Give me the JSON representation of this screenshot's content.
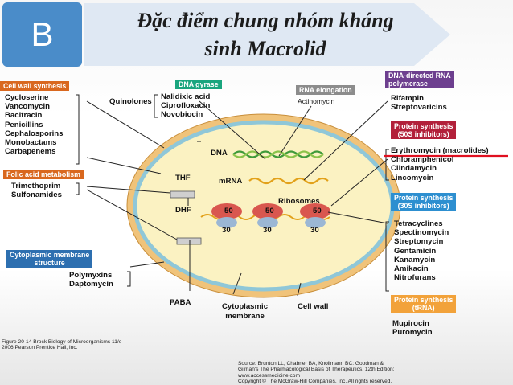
{
  "slide": {
    "badge": "B",
    "title_line1": "Đặc điểm chung nhóm kháng",
    "title_line2": "sinh Macrolid"
  },
  "groups": {
    "cell_wall": {
      "header": "Cell wall synthesis",
      "color": "#d9681f",
      "items": [
        "Cycloserine",
        "Vancomycin",
        "Bacitracin",
        "Penicillins",
        "Cephalosporins",
        "Monobactams",
        "Carbapenems"
      ]
    },
    "dna_gyrase": {
      "header": "DNA gyrase",
      "color": "#1aa57e",
      "prefix": "Quinolones",
      "items": [
        "Nalidixic acid",
        "Ciprofloxacin",
        "Novobiocin"
      ]
    },
    "rna_elongation": {
      "header": "RNA elongation",
      "color": "#8c8c8c",
      "items": [
        "Actinomycin"
      ]
    },
    "rna_polymerase": {
      "header_line1": "DNA-directed RNA",
      "header_line2": "polymerase",
      "color": "#6d3f8f",
      "items": [
        "Rifampin",
        "Streptovaricins"
      ]
    },
    "protein_50s": {
      "header_line1": "Protein synthesis",
      "header_line2": "(50S inhibitors)",
      "color": "#b2203a",
      "items": [
        "Erythromycin (macrolides)",
        "Chloramphenicol",
        "Clindamycin",
        "Lincomycin"
      ]
    },
    "folic_acid": {
      "header": "Folic acid metabolism",
      "color": "#d9681f",
      "items": [
        "Trimethoprim",
        "Sulfonamides"
      ]
    },
    "protein_30s": {
      "header_line1": "Protein synthesis",
      "header_line2": "(30S inhibitors)",
      "color": "#2d8fd0",
      "items": [
        "Tetracyclines",
        "Spectinomycin",
        "Streptomycin",
        "Gentamicin",
        "Kanamycin",
        "Amikacin",
        "Nitrofurans"
      ]
    },
    "membrane": {
      "header_line1": "Cytoplasmic membrane",
      "header_line2": "structure",
      "color": "#2d6fb0",
      "items": [
        "Polymyxins",
        "Daptomycin"
      ]
    },
    "trna": {
      "header_line1": "Protein synthesis",
      "header_line2": "(tRNA)",
      "color": "#f2a23a",
      "items": [
        "Mupirocin",
        "Puromycin"
      ]
    }
  },
  "cell_labels": {
    "dna": "DNA",
    "mrna": "mRNA",
    "ribosomes": "Ribosomes",
    "thf": "THF",
    "dhf": "DHF",
    "paba": "PABA",
    "r50": "50",
    "r30": "30",
    "cytoplasmic_membrane_1": "Cytoplasmic",
    "cytoplasmic_membrane_2": "membrane",
    "cell_wall": "Cell wall"
  },
  "credits": {
    "figure_line1": "Figure 20-14 Brock Biology of Microorganisms 11/e",
    "figure_line2": "2006 Pearson Prentice Hall, Inc.",
    "source_line1": "Source: Brunton LL, Chabner BA, Knollmann BC: Goodman &",
    "source_line2": "Gilman's The Pharmacological Basis of Therapeutics, 12th Edition:",
    "source_line3": "www.accessmedicine.com",
    "source_line4": "Copyright © The McGraw-Hill Companies, Inc. All rights reserved."
  },
  "colors": {
    "badge": "#4a8cc9",
    "banner": "#dfe8f3",
    "cell_wall_fill": "#f0c37a",
    "cytoplasm": "#fbf2c2",
    "membrane": "#8fc7d8",
    "highlight_line": "#e01020"
  }
}
